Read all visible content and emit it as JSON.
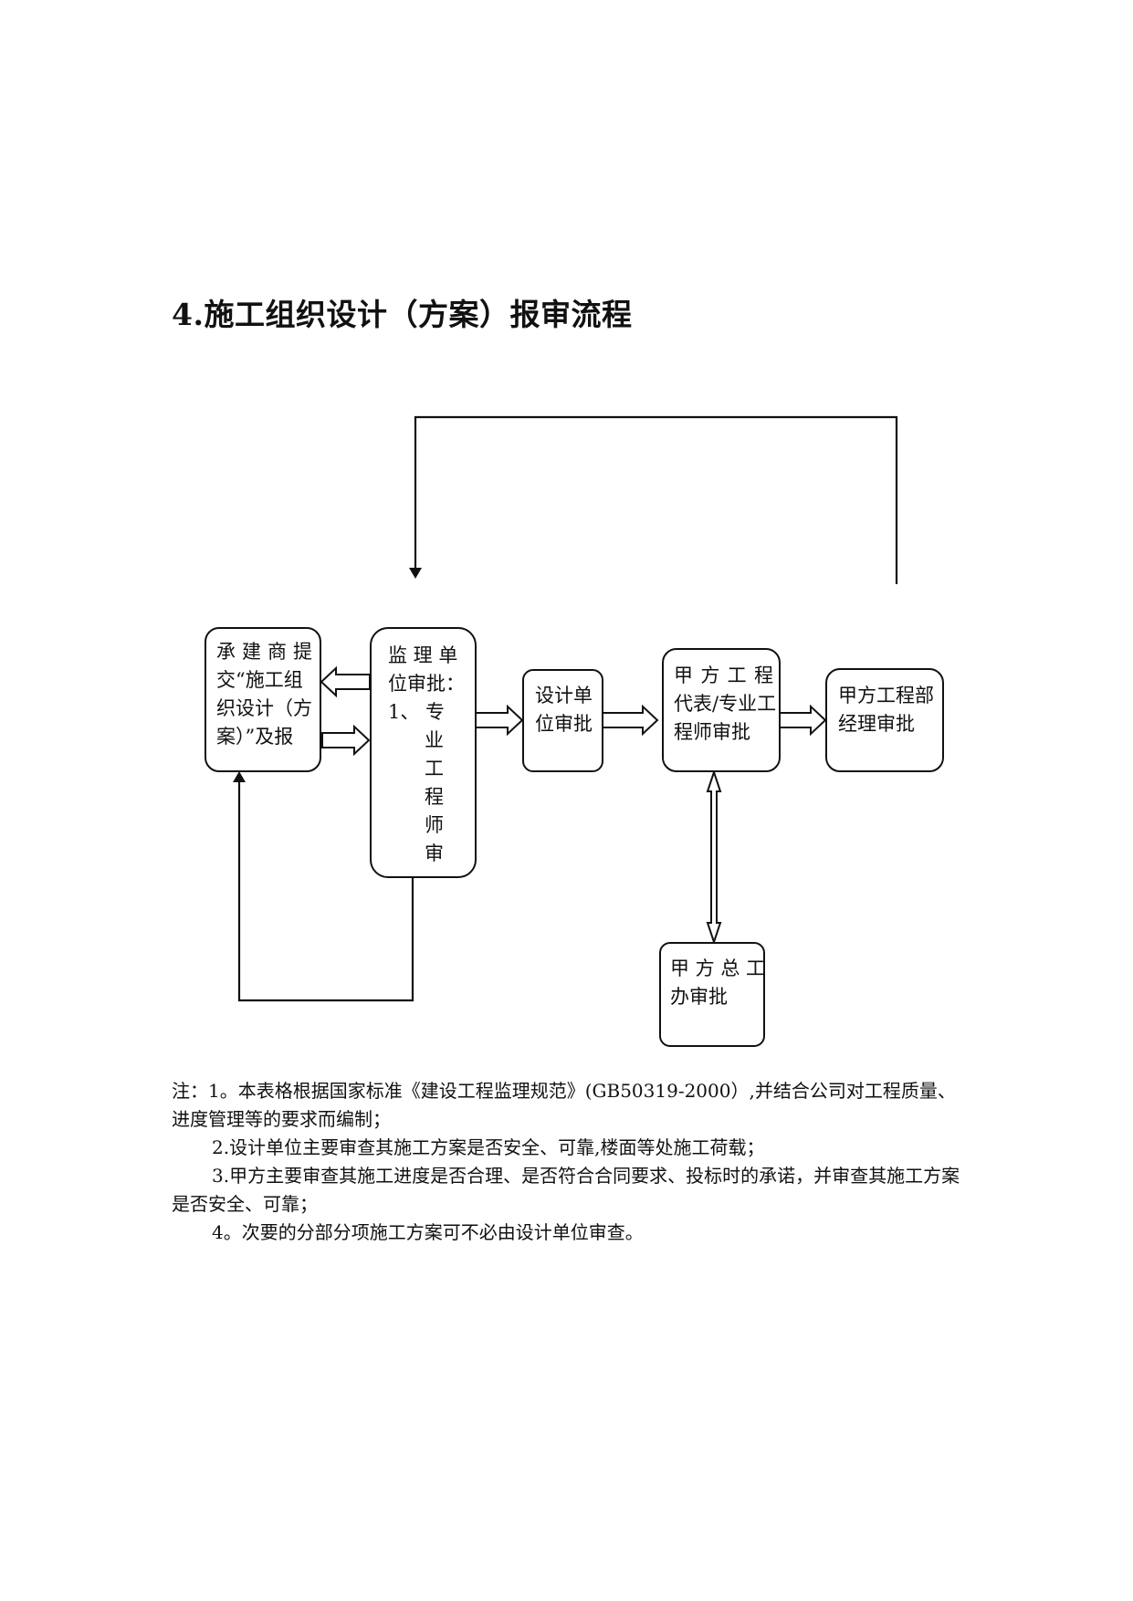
{
  "title": "4.施工组织设计（方案）报审流程",
  "boxes": {
    "contractor": [
      "承 建 商 提",
      "交“施工组",
      "织设计（方",
      "案）”及报"
    ],
    "supervisor": [
      "监 理 单",
      "位审批：",
      "1、 专",
      "业",
      "工",
      "程",
      "师",
      "审"
    ],
    "design": [
      "设计单",
      "位审批"
    ],
    "owner_rep": [
      "甲 方 工 程",
      "代表/专业工",
      "程师审批"
    ],
    "owner_manager": [
      "甲方工程部",
      "经理审批"
    ],
    "owner_chief": [
      "甲 方 总 工",
      "办审批"
    ]
  },
  "notes": [
    "注：1。本表格根据国家标准《建设工程监理规范》(GB50319-2000）,并结合公司对工程质量、进度管理等的要求而编制；",
    "2.设计单位主要审查其施工方案是否安全、可靠,楼面等处施工荷载；",
    "3.甲方主要审查其施工进度是否合理、是否符合合同要求、投标时的承诺，并审查其施工方案是否安全、可靠；",
    "4。次要的分部分项施工方案可不必由设计单位审查。"
  ]
}
